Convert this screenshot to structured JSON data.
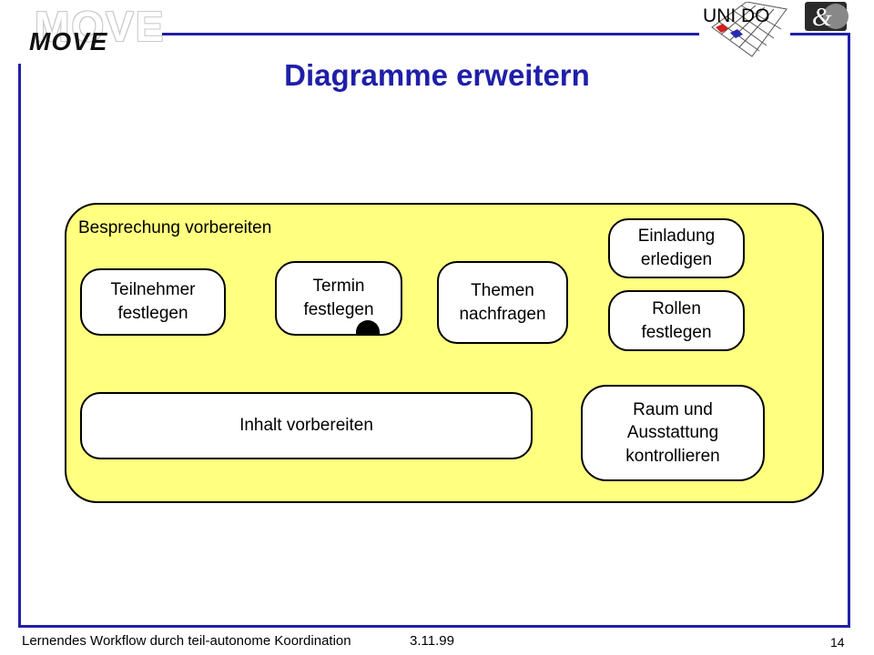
{
  "slide": {
    "title": "Diagramme erweitern",
    "page_number": "14"
  },
  "logos": {
    "left_ghost": "MOVE",
    "left_word": "MOVE",
    "uni": "UNI DO"
  },
  "diagram": {
    "container_label": "Besprechung vorbereiten",
    "tasks": {
      "teilnehmer": "Teilnehmer\nfestlegen",
      "termin": "Termin\nfestlegen",
      "themen": "Themen\nnachfragen",
      "einladung": "Einladung\nerledigen",
      "rollen": "Rollen\nfestlegen",
      "inhalt": "Inhalt vorbereiten",
      "raum": "Raum und\nAusstattung\nkontrollieren"
    }
  },
  "footer": {
    "left": "Lernendes Workflow durch teil-autonome Koordination",
    "date": "3.11.99"
  },
  "colors": {
    "frame": "#1f1fa8",
    "title": "#1f1fa8",
    "container_fill": "#ffff80"
  }
}
